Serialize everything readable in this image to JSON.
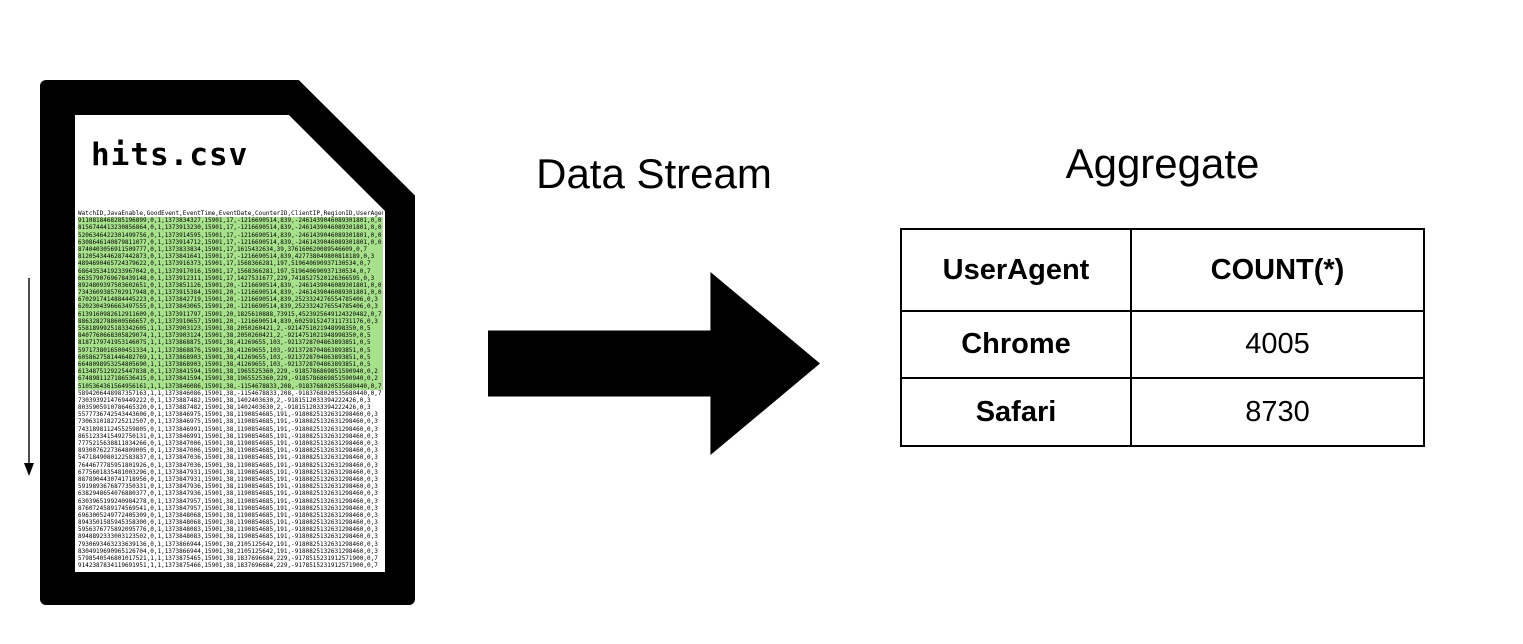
{
  "diagram": {
    "file": {
      "title": "hits.csv",
      "csv_header": "WatchID,JavaEnable,GoodEvent,EventTime,EventDate,CounterID,ClientIP,RegionID,UserAgent",
      "highlight_color": "#a8e18c",
      "highlighted_row_count": 24,
      "csv_rows": [
        "9110818468285196899,0,1,1373834327,15901,17,-1216690514,839,-2461439046089301801,0,0",
        "8156744413230856864,0,1,1373913230,15901,17,-1216690514,839,-2461439046089301801,0,0",
        "5206346422301499756,0,1,1373914595,15901,17,-1216690514,839,-2461439046089301801,0,0",
        "6308646140879811077,0,1,1373914712,15901,17,-1216690514,839,-2461439046089301801,0,0",
        "8740403056911509777,0,1,1373833834,15901,17,1615432634,39,376160620089546609,0,7",
        "8120543446287442873,0,1,1373841641,15901,17,-1216690514,839,427738049800818189,0,3",
        "4894690465724379622,0,1,1373916373,15901,17,1568366281,197,519640690937130534,0,7",
        "6864353419233967042,0,1,1373917016,15901,17,1568366281,197,519640690937130534,0,7",
        "6635790769678439148,0,1,1373912311,15901,17,1427531677,229,7418527520126366595,0,3",
        "8924809397503602651,0,1,1373851126,15901,20,-1216690514,839,-2461439046089301801,0,0",
        "7343609385702917948,0,1,1373915384,15901,20,-1216690514,839,-2461439046089301801,0,0",
        "6702917414884445223,0,1,1373842719,15901,20,-1216690514,839,2523324276554785406,0,3",
        "6202304396663497555,0,1,1373843065,15901,20,-1216690514,839,2523324276554785406,0,3",
        "6139160982612911609,0,1,1373911797,15901,20,1825610888,73915,4523925649124320482,0,7",
        "8863282788600566657,0,1,1373910657,15901,20,-1216690514,839,6025915247311731176,0,3",
        "5581899925183342605,1,1,1373903123,15901,38,2050260421,2,-9214751021948998350,0,5",
        "8407760668305829074,1,1,1373903124,15901,38,2050260421,2,-9214751021948998350,0,5",
        "8187179741953146075,1,1,1373868875,15901,38,41269655,103,-9213728704863893851,0,5",
        "5971738016500451334,1,1,1373868876,15901,38,41269655,103,-9213728704863893851,0,5",
        "6058627581446482769,1,1,1373868903,15901,38,41269655,103,-9213728704863893851,0,5",
        "6648098953254805690,1,1,1373868903,15901,38,41269655,103,-9213728704863893851,0,5",
        "6134875129225447838,0,1,1373841594,15901,38,1965525360,229,-9185786869851590940,0,2",
        "6748981127186536415,0,1,1373841594,15901,38,1965525360,229,-9185786869851590940,0,2",
        "5105364361564956161,1,1,1373846086,15901,38,-1154678833,208,-9183768020535680440,0,7",
        "5894206448987357163,1,1,1373846086,15901,38,-1154678833,208,-9183768020535680440,0,7",
        "7303939214769449222,0,1,1373887482,15901,38,1402403630,2,-9181512033394222426,0,3",
        "8035905910786465320,0,1,1373887482,15901,38,1402403630,2,-9181512033394222426,0,3",
        "5577736742543443606,0,1,1373846975,15901,38,1190854685,191,-9180825132631298460,0,3",
        "7306310182725212507,0,1,1373846975,15901,38,1190854685,191,-9180825132631298460,0,3",
        "7431898112455259805,0,1,1373846991,15901,38,1190854685,191,-9180825132631298460,0,3",
        "8651233415492750131,0,1,1373846991,15901,38,1190854685,191,-9180825132631298460,0,3",
        "7775215638811834266,0,1,1373847006,15901,38,1190854685,191,-9180825132631298460,0,3",
        "8930076227364809005,0,1,1373847006,15901,38,1190854685,191,-9180825132631298460,0,3",
        "5471849080122583837,0,1,1373847036,15901,38,1190854685,191,-9180825132631298460,0,3",
        "7644677785951801926,0,1,1373847036,15901,38,1190854685,191,-9180825132631298460,0,3",
        "6775601835481003296,0,1,1373847931,15901,38,1190854685,191,-9180825132631298460,0,3",
        "8878904430741718956,0,1,1373847931,15901,38,1190854685,191,-9180825132631298460,0,3",
        "5919893676877350331,0,1,1373847936,15901,38,1190854685,191,-9180825132631298460,0,3",
        "6382948654076880377,0,1,1373847936,15901,38,1190854685,191,-9180825132631298460,0,3",
        "6303965199240984278,0,1,1373847957,15901,38,1190854685,191,-9180825132631298460,0,3",
        "8760724589174569541,0,1,1373847957,15901,38,1190854685,191,-9180825132631298460,0,3",
        "6963005249772405309,0,1,1373848068,15901,38,1190854685,191,-9180825132631298460,0,3",
        "8943501585945358300,0,1,1373848068,15901,38,1190854685,191,-9180825132631298460,0,3",
        "5956376775892095776,0,1,1373848083,15901,38,1190854685,191,-9180825132631298460,0,3",
        "8948892333003123502,0,1,1373848083,15901,38,1190854685,191,-9180825132631298460,0,3",
        "7930693463233639136,0,1,1373866944,15901,38,2105125642,191,-9180825132631298460,0,3",
        "8304919690965126704,0,1,1373866944,15901,38,2105125642,191,-9180825132631298460,0,3",
        "5798540546801017521,1,1,1373875465,15901,38,1837696684,229,-9178515231912571900,0,7",
        "9142387834119691951,1,1,1373875466,15901,38,1837696684,229,-9178515231912571900,0,7"
      ]
    },
    "stream_label": "Data Stream",
    "aggregate": {
      "title": "Aggregate",
      "table": {
        "columns": [
          "UserAgent",
          "COUNT(*)"
        ],
        "rows": [
          {
            "user_agent": "Chrome",
            "count": "4005"
          },
          {
            "user_agent": "Safari",
            "count": "8730"
          }
        ]
      }
    }
  }
}
